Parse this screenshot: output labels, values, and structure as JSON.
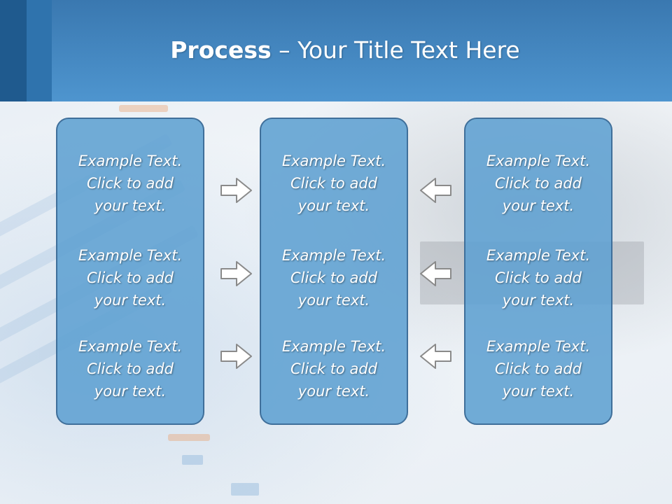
{
  "slide": {
    "title_bold": "Process",
    "title_rest": " – Your Title Text Here"
  },
  "columns": [
    {
      "items": [
        [
          "Example Text.",
          "Click  to add",
          "your text."
        ],
        [
          "Example Text.",
          "Click  to add",
          "your text."
        ],
        [
          "Example Text.",
          "Click  to add",
          "your text."
        ]
      ]
    },
    {
      "items": [
        [
          "Example Text.",
          "Click  to add",
          "your text."
        ],
        [
          "Example Text.",
          "Click  to add",
          "your text."
        ],
        [
          "Example Text.",
          "Click  to add",
          "your text."
        ]
      ]
    },
    {
      "items": [
        [
          "Example Text.",
          "Click  to add",
          "your text."
        ],
        [
          "Example Text.",
          "Click  to add",
          "your text."
        ],
        [
          "Example Text.",
          "Click  to add",
          "your text."
        ]
      ]
    }
  ],
  "arrows": {
    "left_group": "right-arrow-icon",
    "right_group": "left-arrow-icon"
  },
  "colors": {
    "header": "#4e95cf",
    "header_dark": "#1f5a8e",
    "box_fill": "#5ea0d2",
    "box_border": "#3f6f9a",
    "arrow_stroke": "#8a8a8a"
  }
}
